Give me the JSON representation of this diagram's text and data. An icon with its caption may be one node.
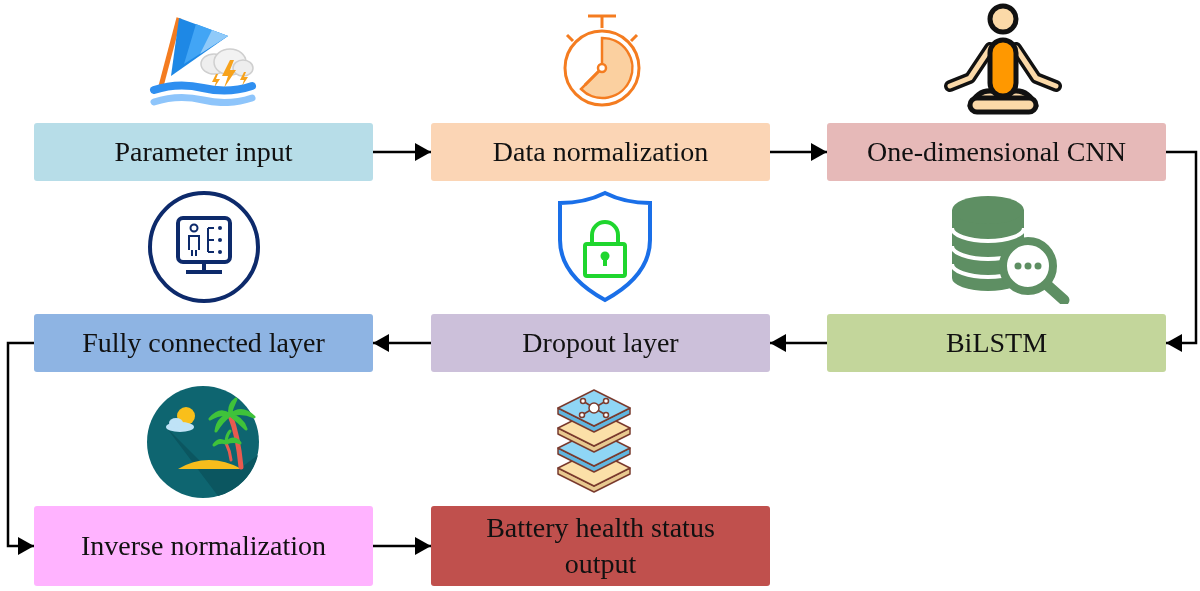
{
  "diagram": {
    "nodes": [
      {
        "text": [
          "Parameter input"
        ]
      },
      {
        "text": [
          "Data normalization"
        ]
      },
      {
        "text": [
          "One-dimensional CNN"
        ]
      },
      {
        "text": [
          "Fully connected layer"
        ]
      },
      {
        "text": [
          "Dropout layer"
        ]
      },
      {
        "text": [
          "BiLSTM"
        ]
      },
      {
        "text": [
          "Inverse normalization"
        ]
      },
      {
        "text": [
          "Battery health status output"
        ]
      }
    ],
    "edges": [
      {
        "from": 0,
        "to": 1,
        "arrow": "to"
      },
      {
        "from": 1,
        "to": 2,
        "arrow": "to"
      },
      {
        "from": 2,
        "to": 5,
        "arrow": "to"
      },
      {
        "from": 5,
        "to": 4,
        "arrow": "to"
      },
      {
        "from": 4,
        "to": 3,
        "arrow": "to"
      },
      {
        "from": 3,
        "to": 6,
        "arrow": "to"
      },
      {
        "from": 6,
        "to": 7,
        "arrow": "to"
      }
    ]
  }
}
